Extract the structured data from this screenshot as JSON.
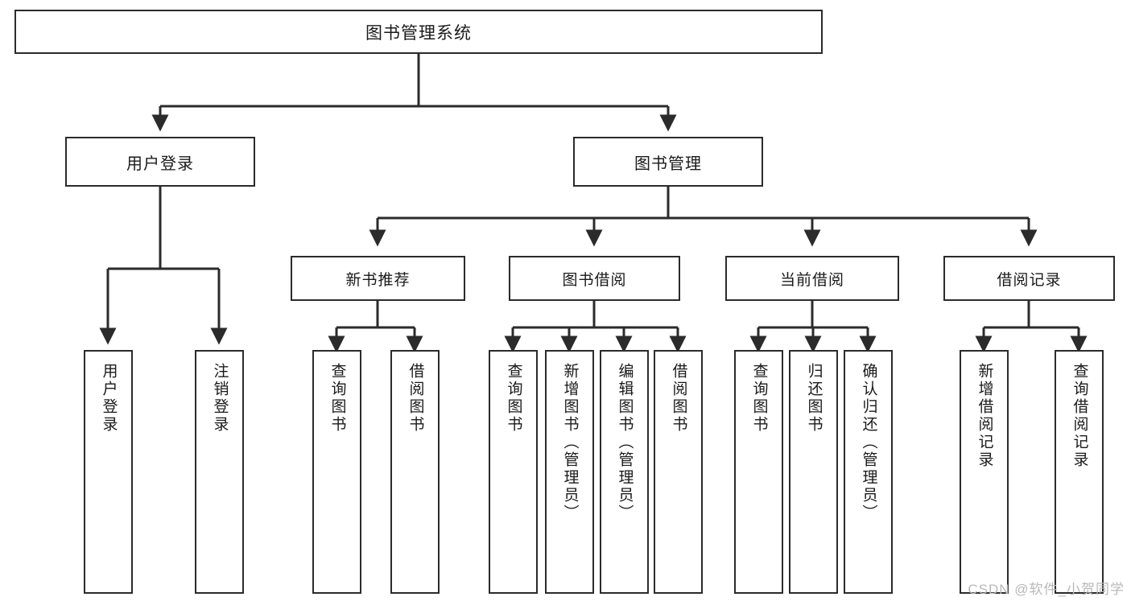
{
  "diagram": {
    "title": "图书管理系统",
    "type": "hierarchy-tree",
    "watermark": "CSDN @软件_小贺同学",
    "colors": {
      "box_border": "#2b2b2b",
      "connector": "#2b2b2b",
      "background": "#ffffff",
      "text": "#1a1a1a",
      "watermark": "#b9b9b9"
    },
    "root": {
      "label": "图书管理系统"
    },
    "level2": [
      {
        "label": "用户登录"
      },
      {
        "label": "图书管理"
      }
    ],
    "level3": [
      {
        "label": "新书推荐"
      },
      {
        "label": "图书借阅"
      },
      {
        "label": "当前借阅"
      },
      {
        "label": "借阅记录"
      }
    ],
    "leaves": {
      "user_login": [
        {
          "label": "用户登录"
        },
        {
          "label": "注销登录"
        }
      ],
      "new_book_recommend": [
        {
          "label": "查询图书"
        },
        {
          "label": "借阅图书"
        }
      ],
      "book_borrow": [
        {
          "label": "查询图书"
        },
        {
          "label": "新增图书（管理员）"
        },
        {
          "label": "编辑图书（管理员）"
        },
        {
          "label": "借阅图书"
        }
      ],
      "current_borrow": [
        {
          "label": "查询图书"
        },
        {
          "label": "归还图书"
        },
        {
          "label": "确认归还（管理员）"
        }
      ],
      "borrow_record": [
        {
          "label": "新增借阅记录"
        },
        {
          "label": "查询借阅记录"
        }
      ]
    }
  }
}
